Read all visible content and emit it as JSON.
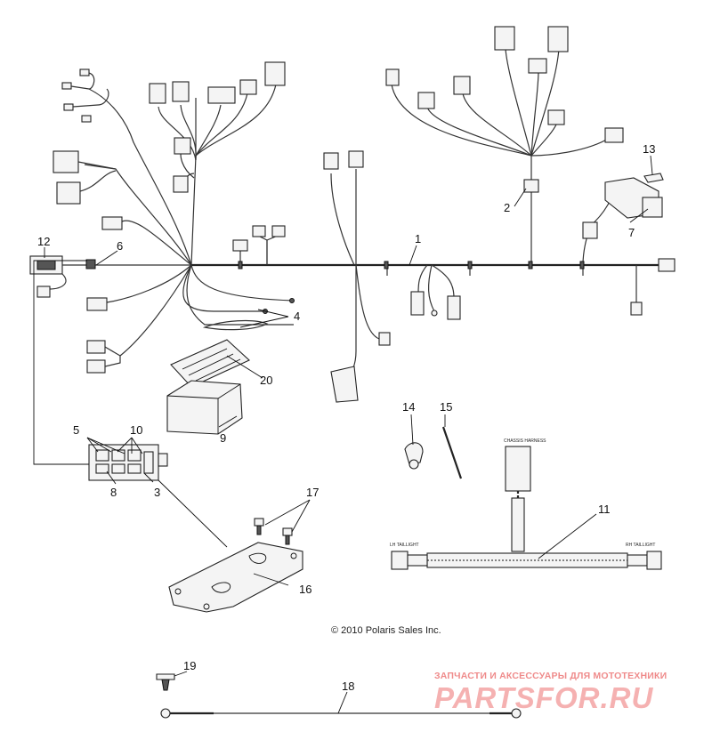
{
  "copyright": "© 2010 Polaris Sales Inc.",
  "watermark": {
    "tagline": "ЗАПЧАСТИ И АКСЕССУАРЫ ДЛЯ МОТОТЕХНИКИ",
    "logo": "PARTSFOR.RU"
  },
  "callouts": {
    "p1": "1",
    "p2": "2",
    "p3": "3",
    "p4": "4",
    "p5": "5",
    "p6": "6",
    "p7": "7",
    "p8": "8",
    "p9": "9",
    "p10": "10",
    "p11": "11",
    "p12": "12",
    "p13": "13",
    "p14": "14",
    "p15": "15",
    "p16": "16",
    "p17": "17",
    "p18": "18",
    "p19": "19",
    "p20": "20"
  },
  "harness_labels": {
    "chassis": "CHASSIS HARNESS",
    "lh_taillight": "LH TAILLIGHT",
    "rh_taillight": "RH TAILLIGHT"
  },
  "colors": {
    "line": "#222222",
    "watermark": "#f5b1b1"
  }
}
